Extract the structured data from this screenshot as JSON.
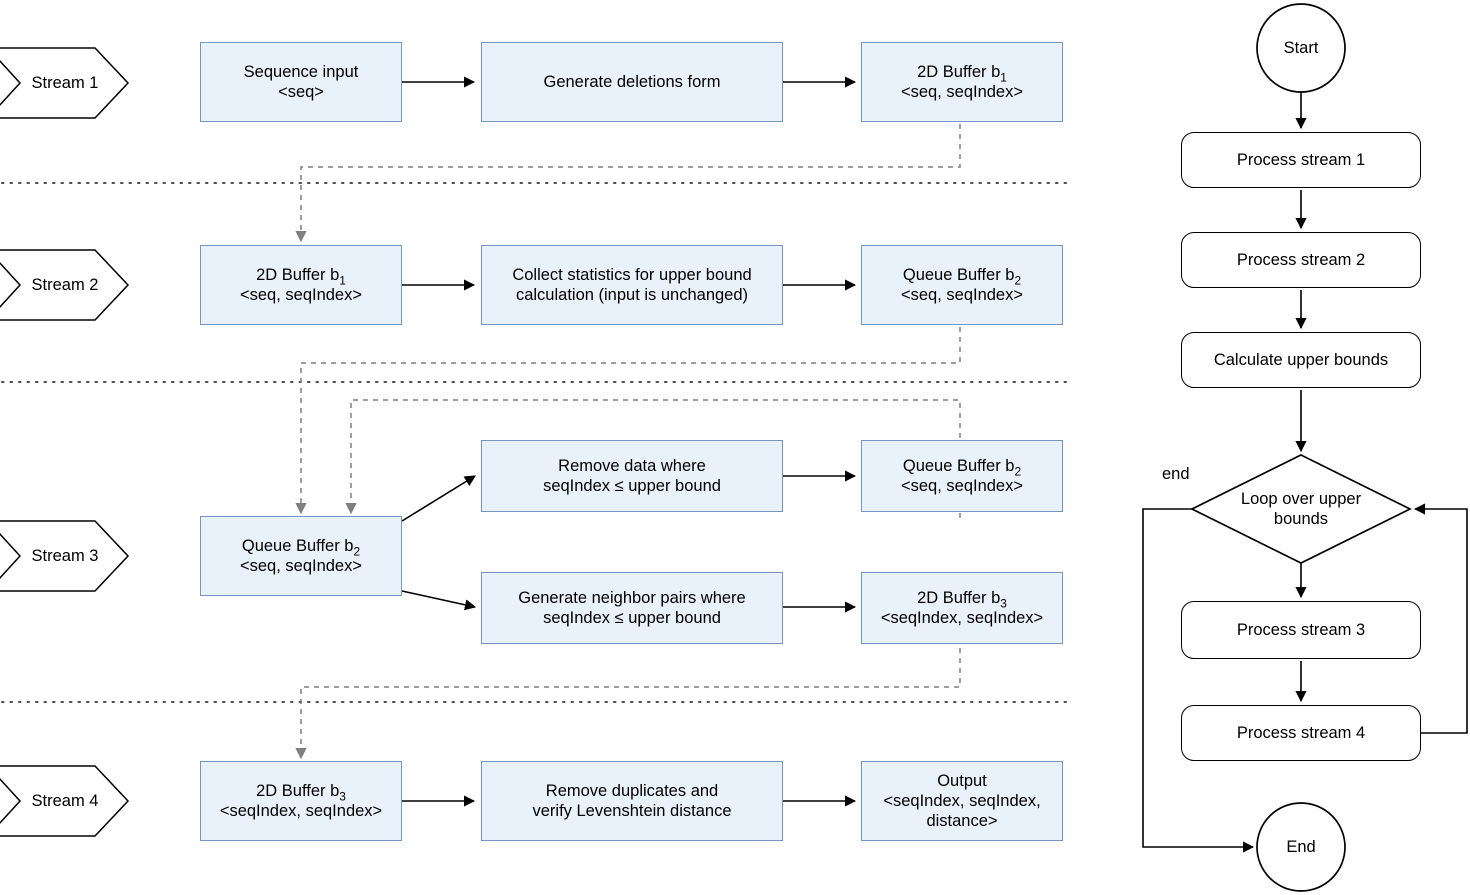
{
  "diagram": {
    "title": "Four-stream sequence neighbor pipeline with control flowchart",
    "colors": {
      "box_fill": "#e9f1fb",
      "box_border": "#7396c4",
      "line": "#000000",
      "dashed_line": "#7f7f7f",
      "separator": "#4d4d4d",
      "background": "#ffffff"
    }
  },
  "streams": [
    {
      "id": "stream-1",
      "label": "Stream 1"
    },
    {
      "id": "stream-2",
      "label": "Stream 2"
    },
    {
      "id": "stream-3",
      "label": "Stream 3"
    },
    {
      "id": "stream-4",
      "label": "Stream 4"
    }
  ],
  "stream1": {
    "input": {
      "line1": "Sequence input",
      "line2": "<seq>"
    },
    "process": {
      "line1": "Generate deletions form"
    },
    "buffer": {
      "line1_pre": "2D Buffer b",
      "line1_sub": "1",
      "line2": "<seq, seqIndex>"
    }
  },
  "stream2": {
    "buffer_in": {
      "line1_pre": "2D Buffer b",
      "line1_sub": "1",
      "line2": "<seq, seqIndex>"
    },
    "process": {
      "line1": "Collect statistics for upper bound",
      "line2": "calculation (input is unchanged)"
    },
    "buffer_out": {
      "line1_pre": "Queue Buffer b",
      "line1_sub": "2",
      "line2": "<seq, seqIndex>"
    }
  },
  "stream3": {
    "buffer_in": {
      "line1_pre": "Queue Buffer b",
      "line1_sub": "2",
      "line2": "<seq, seqIndex>"
    },
    "process_top": {
      "line1": "Remove data where",
      "line2": "seqIndex ≤ upper bound"
    },
    "buffer_top": {
      "line1_pre": "Queue Buffer b",
      "line1_sub": "2",
      "line2": "<seq, seqIndex>"
    },
    "process_bottom": {
      "line1": "Generate neighbor pairs where",
      "line2": "seqIndex ≤ upper bound"
    },
    "buffer_bottom": {
      "line1_pre": "2D Buffer b",
      "line1_sub": "3",
      "line2": "<seqIndex, seqIndex>"
    }
  },
  "stream4": {
    "buffer_in": {
      "line1_pre": "2D Buffer b",
      "line1_sub": "3",
      "line2": "<seqIndex, seqIndex>"
    },
    "process": {
      "line1": "Remove duplicates and",
      "line2": "verify Levenshtein distance"
    },
    "output": {
      "line1": "Output",
      "line2": "<seqIndex, seqIndex,",
      "line3": "distance>"
    }
  },
  "flowchart": {
    "start": "Start",
    "step1": "Process stream 1",
    "step2": "Process stream 2",
    "step3": "Calculate upper bounds",
    "decision": {
      "line1": "Loop over upper",
      "line2": "bounds"
    },
    "decision_branch_label": "end",
    "step4": "Process stream 3",
    "step5": "Process stream 4",
    "end": "End"
  }
}
